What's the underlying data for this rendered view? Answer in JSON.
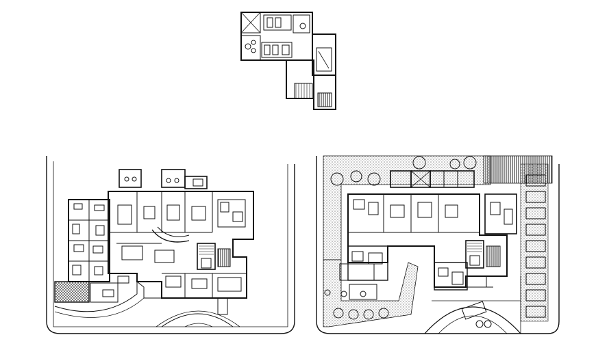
{
  "drawing": {
    "background": "#ffffff",
    "line_color": "#111111",
    "hatch_color": "#555555",
    "plans": [
      {
        "id": "upper-floor-plan",
        "kind": "small upper floor / stair block"
      },
      {
        "id": "ground-floor-plan",
        "kind": "floor plan with room furniture"
      },
      {
        "id": "site-plan",
        "kind": "floor plan with landscaping and parking"
      }
    ],
    "icons": {
      "tree": "tree-icon",
      "car": "car-icon",
      "stair": "stair-icon",
      "furniture": "furniture-icon"
    }
  }
}
